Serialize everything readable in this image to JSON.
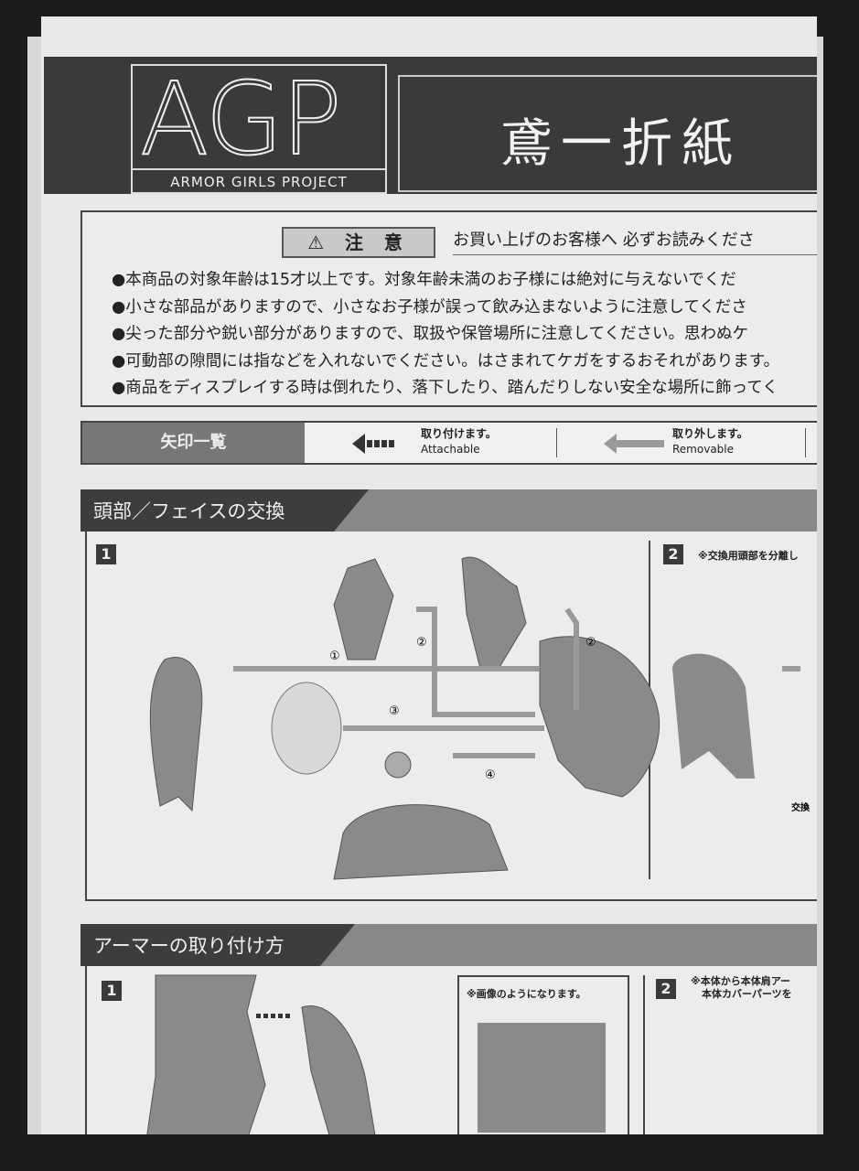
{
  "header": {
    "logo": "AGP",
    "logo_sub": "ARMOR GIRLS PROJECT",
    "title": "鳶一折紙"
  },
  "caution": {
    "badge": "⚠ 注 意",
    "intro": "お買い上げのお客様へ 必ずお読みくださ",
    "items": [
      "●本商品の対象年齢は15才以上です。対象年齢未満のお子様には絶対に与えないでくだ",
      "●小さな部品がありますので、小さなお子様が誤って飲み込まないように注意してくださ",
      "●尖った部分や鋭い部分がありますので、取扱や保管場所に注意してください。思わぬケ",
      "●可動部の隙間には指などを入れないでください。はさまれてケガをするおそれがあります。",
      "●商品をディスプレイする時は倒れたり、落下したり、踏んだりしない安全な場所に飾ってく"
    ]
  },
  "arrow_legend": {
    "label": "矢印一覧",
    "items": [
      {
        "jp": "取り付けます。",
        "en": "Attachable"
      },
      {
        "jp": "取り外します。",
        "en": "Removable"
      }
    ]
  },
  "sections": [
    {
      "title": "頭部／フェイスの交換",
      "steps": [
        {
          "num": "1",
          "labels": [
            "①",
            "②",
            "②",
            "③",
            "④"
          ]
        },
        {
          "num": "2",
          "note": "※交換用頭部を分離し",
          "caption": "交換"
        }
      ]
    },
    {
      "title": "アーマーの取り付け方",
      "steps": [
        {
          "num": "1",
          "note": "※画像のようになります。"
        },
        {
          "num": "2",
          "note": "※本体から本体肩アー",
          "note2": "本体カバーパーツを"
        }
      ]
    }
  ]
}
